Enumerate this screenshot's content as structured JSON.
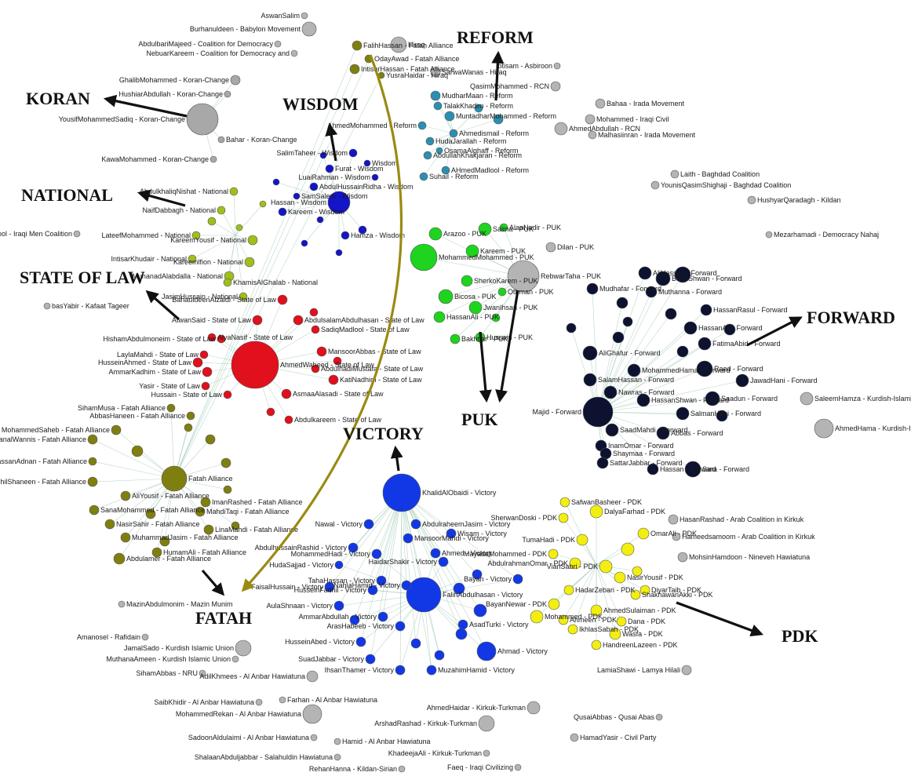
{
  "colors": {
    "koran": "#a8a8a8",
    "wisdom": "#1414c8",
    "national": "#9fbf1c",
    "state_of_law": "#e0101c",
    "fatah": "#7f7f10",
    "reform": "#2c8fb0",
    "puk": "#1ed41e",
    "forward": "#0c1230",
    "victory": "#1238e6",
    "pdk": "#f2ee10",
    "other": "#b4b4b4",
    "title_arrow": "#111111",
    "curve_arrow": "#9a8a12"
  },
  "cluster_titles": {
    "reform": "REFORM",
    "koran": "KORAN",
    "wisdom": "WISDOM",
    "national": "NATIONAL",
    "state_of_law": "STATE OF LAW",
    "forward": "FORWARD",
    "puk": "PUK",
    "victory": "VICTORY",
    "fatah": "FATAH",
    "pdk": "PDK"
  },
  "labels": {
    "koran_hub": "YousifMohammedSadiq - Koran-Change",
    "koran_1": "GhalibMohammed - Koran-Change",
    "koran_2": "HushiarAbdullah - Koran-Change",
    "koran_3": "Bahar - Koran-Change",
    "koran_4": "KawaMohammed - Koran-Change",
    "top_1": "Burhanuldeen - Babylon Movement",
    "top_2": "AswanSalim",
    "top_3": "AbdulbariMajeed - Coalition for Democracy",
    "top_4": "NebuarKareem - Coalition for Democracy and",
    "top_5": "Hiraq",
    "fatah_top_1": "FalihHassan - Fatah Alliance",
    "fatah_top_2": "OdayAwad - Fatah Alliance",
    "fatah_top_3": "IntisarHassan - Fatah Alliance",
    "fatah_top_4": "YusraHaidar - Hiraq",
    "fatah_top_5": "SarwaWanas - Hiraq",
    "reform_1": "MudharMaan - Reform",
    "reform_2": "TalakKhadim - Reform",
    "reform_3": "MuntadharMohammed - Reform",
    "reform_4": "AhmedMohammed - Reform",
    "reform_5": "Ahmedismail - Reform",
    "reform_6": "HudaJarallah - Reform",
    "reform_7": "OsamaAlghaff - Reform",
    "reform_8": "AbdullahKhakjaran - Reform",
    "reform_9": "AHmedMadlool - Reform",
    "reform_10": "Suhail - Reform",
    "misc_1": "Ibtisam - Asbiroon",
    "misc_2": "QasimMohammed - RCN",
    "misc_3": "Bahaa - Irada Movement",
    "misc_4": "Mohammed - Iraqi Civil",
    "misc_5": "Malhasiinran - Irada Movement",
    "misc_6": "AhmedAbdullah - RCN",
    "misc_7": "Laith - Baghdad Coalition",
    "misc_8": "YounisQasimShighaji - Baghdad Coalition",
    "misc_9": "HushyarQaradagh - Kildan",
    "misc_10": "Mezarhamadi - Democracy Nahaj",
    "misc_11": "dulameerMadlool - Iraqi Men Coalition",
    "misc_12": "basYabir - Kafaat Tageer",
    "wisdom_hub": "Hassan - Wisdom",
    "wisdom_1": "SalimTaheer - Wisdom",
    "wisdom_2": "Wisdom",
    "wisdom_3": "LuaiRahman - Wisdom",
    "wisdom_4": "Furat - Wisdom",
    "wisdom_5": "AbdulHussainRidha - Wisdom",
    "wisdom_6": "SamSalem - Wisdom",
    "wisdom_7": "Kareem - Wisdom",
    "wisdom_8": "Hamza - Wisdom",
    "national_1": "AbdulkhaliqNishat - National",
    "national_2": "NaifDabbagh - National",
    "national_3": "LateefMohammed - National",
    "national_4": "IntisarKhudair - National",
    "national_5": "KareemYousif - National",
    "national_6": "Kareemlfion - National",
    "national_7": "MuhanadAlabdalla - National",
    "national_8": "JasimHussain - National",
    "national_9": "KhamisAlGhalab - National",
    "sol_hub": "AhmedWaheed - State of Law",
    "sol_1": "BahauldeenAlzaidi - State of Law",
    "sol_2": "AtwanSaid - State of Law",
    "sol_3": "HishamAbdulmoneim - State of Law",
    "sol_4": "AlyaNasif - State of Law",
    "sol_5": "LaylaMahdi - State of Law",
    "sol_6": "HusseinAhmed - State of Law",
    "sol_7": "AmmarKadhim - State of Law",
    "sol_8": "Yasir - State of Law",
    "sol_9": "Hussain - State of Law",
    "sol_10": "AbdulsalamAbdulhasan - State of Law",
    "sol_11": "SadiqMadlool - State of Law",
    "sol_12": "MansoorAbbas - State of Law",
    "sol_13": "AbdulhadiMustafa - State of Law",
    "sol_14": "KatiNadhim - State of Law",
    "sol_15": "AsmaaAlasadi - State of Law",
    "sol_16": "Abdulkareem - State of Law",
    "fatah_1": "SihamMusa - Fatah Alliance",
    "fatah_2": "AbbasHaneen - Fatah Alliance",
    "fatah_3": "MohammedSaheb - Fatah Alliance",
    "fatah_4": "ManalWannis - Fatah Alliance",
    "fatah_5": "HassanAdnan - Fatah Alliance",
    "fatah_6": "FadhilShaneen - Fatah Alliance",
    "fatah_7": "AliYousif - Fatah Alliance",
    "fatah_8": "SanaMohammed - Fatah Alliance",
    "fatah_9": "NasirSahir - Fatah Alliance",
    "fatah_10": "MuhammadJasim - Fatah Alliance",
    "fatah_11": "Abdulamer - Fatah Alliance",
    "fatah_12": "HumamAli - Fatah Alliance",
    "fatah_13": "ImanRashed - Fatah Alliance",
    "fatah_14": "MahdiTaqi - Fatah Alliance",
    "fatah_15": "LinaMahdi - Fatah Alliance",
    "fatah_hub": "Fatah Alliance",
    "misc_13": "MazinAbdulmonim - Mazin Munim",
    "misc_14": "Amanosel - Rafidain",
    "misc_15": "JamalSado - Kurdish Islamic Union",
    "misc_16": "MuthanaAmeen - Kurdish Islamic Union",
    "misc_17": "SihamAbbas - NRU",
    "misc_18": "AdilKhmees - Al Anbar Hawiatuna",
    "misc_19": "SaibKhidir - Al Anbar Hawiatuna",
    "misc_20": "Farhan - Al Anbar Hawiatuna",
    "misc_21": "MohammedRekan - Al Anbar Hawiatuna",
    "misc_22": "SadoonAldulaimi - Al Anbar Hawiatuna",
    "misc_23": "Hamid - Al Anbar Hawiatuna",
    "misc_24": "ShalaanAbduljabbar - Salahuldin Hawiatuna",
    "misc_25": "RehanHanna - Kildan-Sirian",
    "misc_26": "AhmedHaidar - Kirkuk-Turkman",
    "misc_27": "ArshadRashad - Kirkuk-Turkman",
    "misc_28": "QusaiAbbas - Qusai Abas",
    "misc_29": "HamadYasir - Civil Party",
    "misc_30": "KhadeejaAli - Kirkuk-Turkman",
    "misc_31": "Faeq - Iraqi Civilizing",
    "misc_32": "LamiaShawi - Lamya Hilali",
    "misc_33": "SaleemHamza - Kurdish-Islamic",
    "misc_34": "AhmedHama - Kurdish-Islamic",
    "misc_35": "MohsinHamdoon - Nineveh Hawiatuna",
    "misc_36": "HasanRashad - Arab Coalition in Kirkuk",
    "misc_37": "Hameedsamoom - Arab Coalition in Kirkuk",
    "puk_hub": "RebwarTaha - PUK",
    "puk_1": "Salma - PUK",
    "puk_2": "Arazoo - PUK",
    "puk_3": "AlaaNadir - PUK",
    "puk_4": "MohammedMohammed - PUK",
    "puk_5": "Kareem - PUK",
    "puk_6": "Dilan - PUK",
    "puk_7": "SherkoKarem - PUK",
    "puk_8": "Bicosa - PUK",
    "puk_9": "Othman - PUK",
    "puk_10": "JwanIhsan - PUK",
    "puk_11": "HassanAli - PUK",
    "puk_12": "Bakhtiar - PUK",
    "puk_13": "Hussain - PUK",
    "forward_hub": "Majid - Forward",
    "forward_1": "AliHassan - Forward",
    "forward_2": "BarniShwan - Forward",
    "forward_3": "Mudhafar - Forward",
    "forward_4": "Muthanna - Forward",
    "forward_5": "HassanRasul - Forward",
    "forward_6": "HassanAli - Forward",
    "forward_7": "AliGhafur - Forward",
    "forward_8": "FatimaAbid - Forward",
    "forward_9": "MohammedHama - Forward",
    "forward_10": "Raed - Forward",
    "forward_11": "JawadHani - Forward",
    "forward_12": "SalamHassan - Forward",
    "forward_13": "Nawras - Forward",
    "forward_14": "HassanShwan - Forward",
    "forward_15": "Saadun - Forward",
    "forward_16": "SalmanHani - Forward",
    "forward_17": "SaadMahdi - Forward",
    "forward_18": "Abbas - Forward",
    "forward_19": "InamOmar - Forward",
    "forward_20": "Shaymaa - Forward",
    "forward_21": "SattarJabbar - Forward",
    "forward_22": "Sara - Forward",
    "forward_23": "Hassan - Forward",
    "victory_hub": "KhalidAlObaidi - Victory",
    "victory_2hub": "FalihAbdulhasan - Victory",
    "victory_1": "AbdulraheemJasim - Victory",
    "victory_2": "Nawal - Victory",
    "victory_3": "MansoorMahdi - Victory",
    "victory_4": "Wisam - Victory",
    "victory_5": "Ahmed - Victory",
    "victory_6": "AbdulhussainRashid - Victory",
    "victory_7": "MohammedHadi - Victory",
    "victory_8": "HaidarShakir - Victory",
    "victory_9": "HudaSajjad - Victory",
    "victory_10": "TahaHassan - Victory",
    "victory_11": "NahlaHamid - Victory",
    "victory_12": "FaisalHussain - Victory",
    "victory_13": "HusseinFadhil - Victory",
    "victory_14": "AulaShnaan - Victory",
    "victory_15": "AmmarAbdullah - Victory",
    "victory_16": "AsadTurki - Victory",
    "victory_17": "ArasHabeeb - Victory",
    "victory_18": "HusseinAbed - Victory",
    "victory_19": "SuadJabbar - Victory",
    "victory_20": "IhsanThamer - Victory",
    "victory_21": "MuzahimHamid - Victory",
    "victory_22": "Ahmad - Victory",
    "victory_23": "Bayan - Victory",
    "pdk_1": "SafwanBasheer - PDK",
    "pdk_2": "DalyaFarhad - PDK",
    "pdk_3": "SherwanDoski - PDK",
    "pdk_4": "OmarAli - PDK",
    "pdk_5": "TumaHadi - PDK",
    "pdk_6": "MayadaMohammed - PDK",
    "pdk_7": "AbdulrahmanOmar - PDK",
    "pdk_8": "VianSabri - PDK",
    "pdk_9": "NasirYousif - PDK",
    "pdk_10": "DiyarTaib - PDK",
    "pdk_11": "ShakhawanAkki - PDK",
    "pdk_12": "BayanNewar - PDK",
    "pdk_13": "HadarZebari - PDK",
    "pdk_14": "Mohammed - PDK",
    "pdk_15": "AhmedSulaiman - PDK",
    "pdk_16": "Dana - PDK",
    "pdk_17": "IkhlasSabah - PDK",
    "pdk_18": "Wasfa - PDK",
    "pdk_19": "HandreenLazeen - PDK",
    "pdk_20": "Ahmeen - PDK"
  }
}
